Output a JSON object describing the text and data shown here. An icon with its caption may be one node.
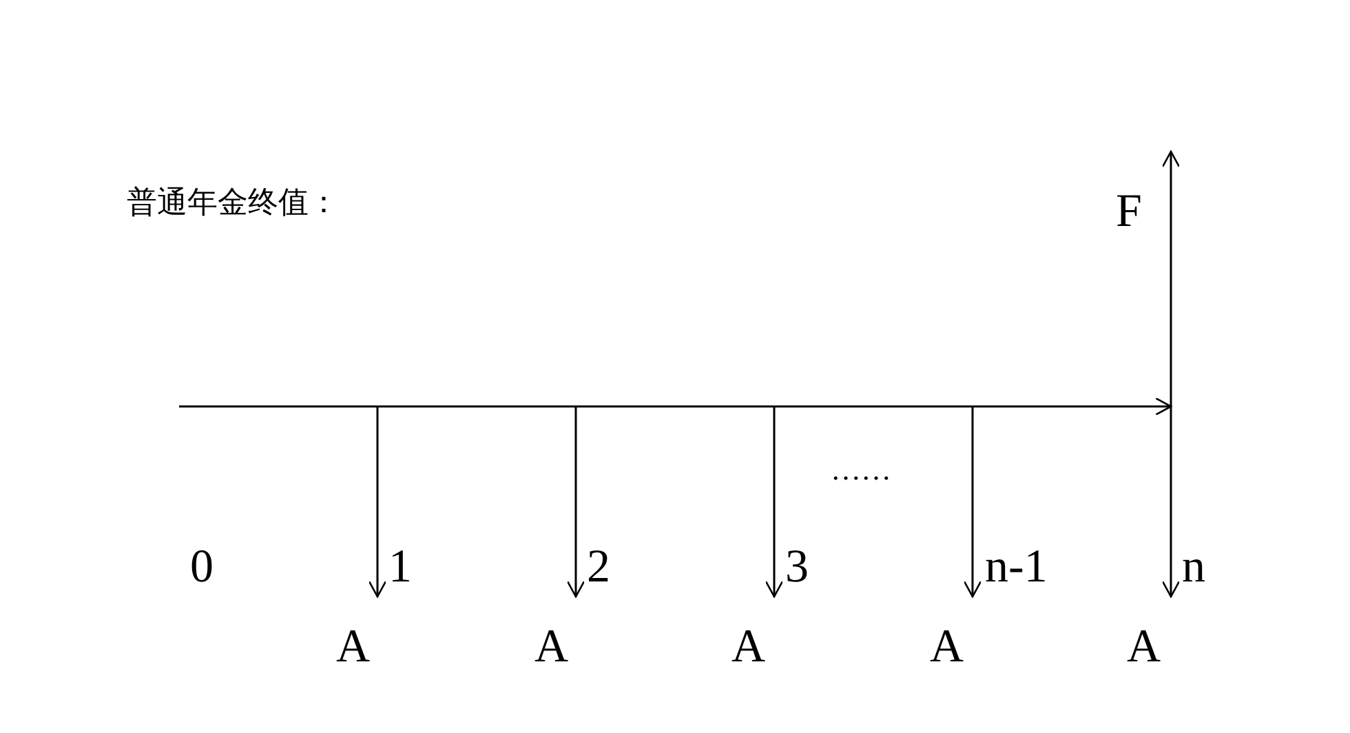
{
  "diagram": {
    "title": "普通年金终值：",
    "labels": [
      "F",
      "……",
      "0",
      "1",
      "2",
      "3",
      "n-1",
      "n",
      "A",
      "A",
      "A",
      "A",
      "A"
    ]
  }
}
